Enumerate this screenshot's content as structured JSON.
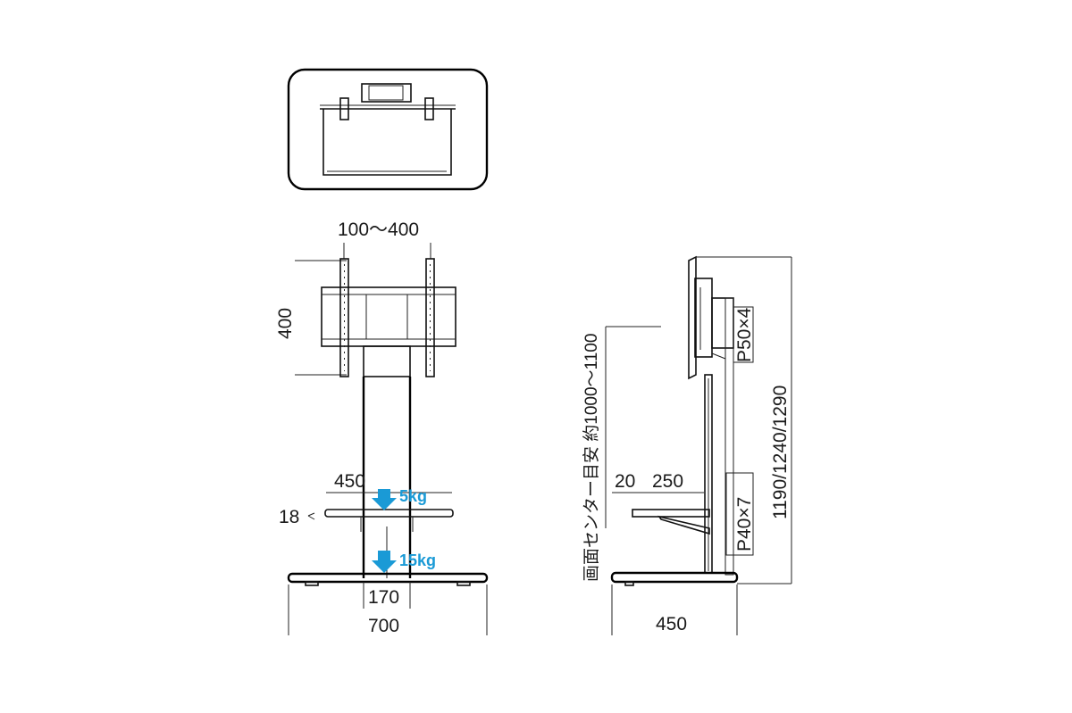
{
  "front_view": {
    "vesa_width": "100～400",
    "vesa_height": "400",
    "shelf_width": "450",
    "shelf_thickness": "18",
    "pillar_width": "170",
    "base_width": "700",
    "shelf_load": "5kg",
    "base_load": "15kg"
  },
  "side_view": {
    "mount_pitch": "P50×4",
    "shelf_pitch": "P40×7",
    "overall_height": "1190/1240/1290",
    "screen_center": "画面センター目安 約1000～1100",
    "shelf_offset": "20",
    "shelf_depth": "250",
    "base_depth": "450"
  },
  "colors": {
    "load_arrow": "#1a9ad6",
    "line": "#000000"
  }
}
